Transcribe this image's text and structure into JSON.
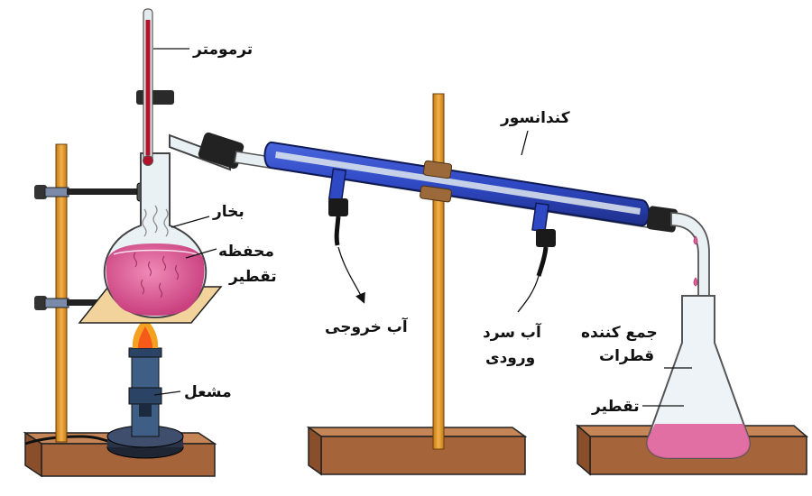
{
  "labels": {
    "thermometer": "ترمومتر",
    "condenser": "کندانسور",
    "vapor": "بخار",
    "distillation_flask_line1": "محفظه",
    "distillation_flask_line2": "تقطیر",
    "water_out": "آب خروجی",
    "cold_water_in_line1": "آب سرد",
    "cold_water_in_line2": "ورودی",
    "droplet_collector_line1": "جمع کننده",
    "droplet_collector_line2": "قطرات",
    "distillate": "تقطیر",
    "burner": "مشعل"
  },
  "colors": {
    "stand_rod": "#e89a2a",
    "base_board": "#a5643a",
    "liquid": "#e0609a",
    "condenser_jacket": "#2f49c4",
    "burner_body": "#3f5e86",
    "flame": "#f4a020",
    "cork": "#b07a3a",
    "glass": "#dfe8ee"
  }
}
